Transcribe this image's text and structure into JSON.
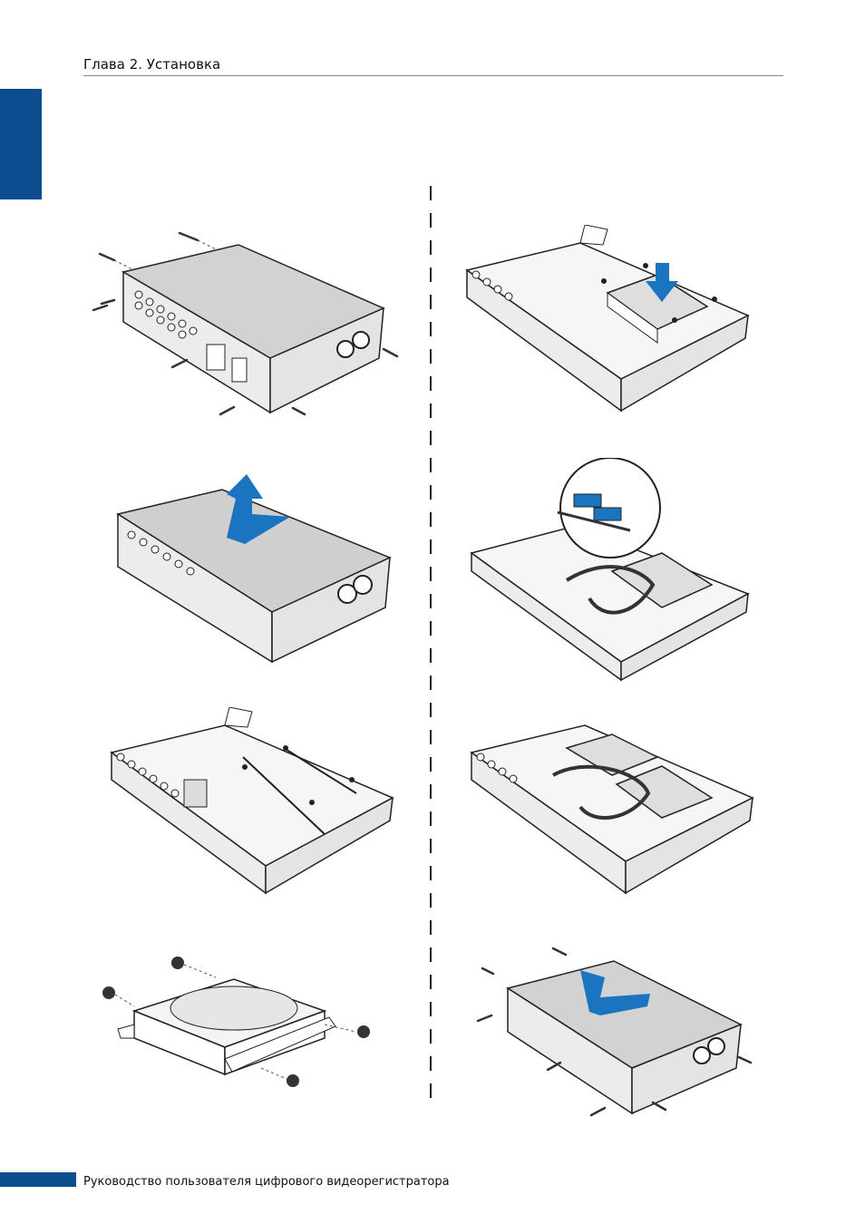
{
  "header": {
    "chapter_title": "Глава 2. Установка"
  },
  "footer": {
    "text": "Руководство пользователя цифрового видеорегистратора"
  },
  "colors": {
    "accent": "#0b4d8f",
    "arrow": "#1a74bf",
    "cover": "#cfcfcf"
  },
  "steps": [
    {
      "id": "remove-screws",
      "icon": "dvr-with-screws-illustration"
    },
    {
      "id": "lift-cover",
      "icon": "dvr-cover-lift-illustration"
    },
    {
      "id": "open-chassis",
      "icon": "open-chassis-illustration"
    },
    {
      "id": "attach-brackets",
      "icon": "hdd-bracket-illustration"
    },
    {
      "id": "insert-hdd",
      "icon": "hdd-insert-illustration"
    },
    {
      "id": "connect-cables",
      "icon": "sata-cable-illustration"
    },
    {
      "id": "second-hdd",
      "icon": "two-hdd-illustration"
    },
    {
      "id": "close-cover",
      "icon": "close-cover-illustration"
    }
  ]
}
